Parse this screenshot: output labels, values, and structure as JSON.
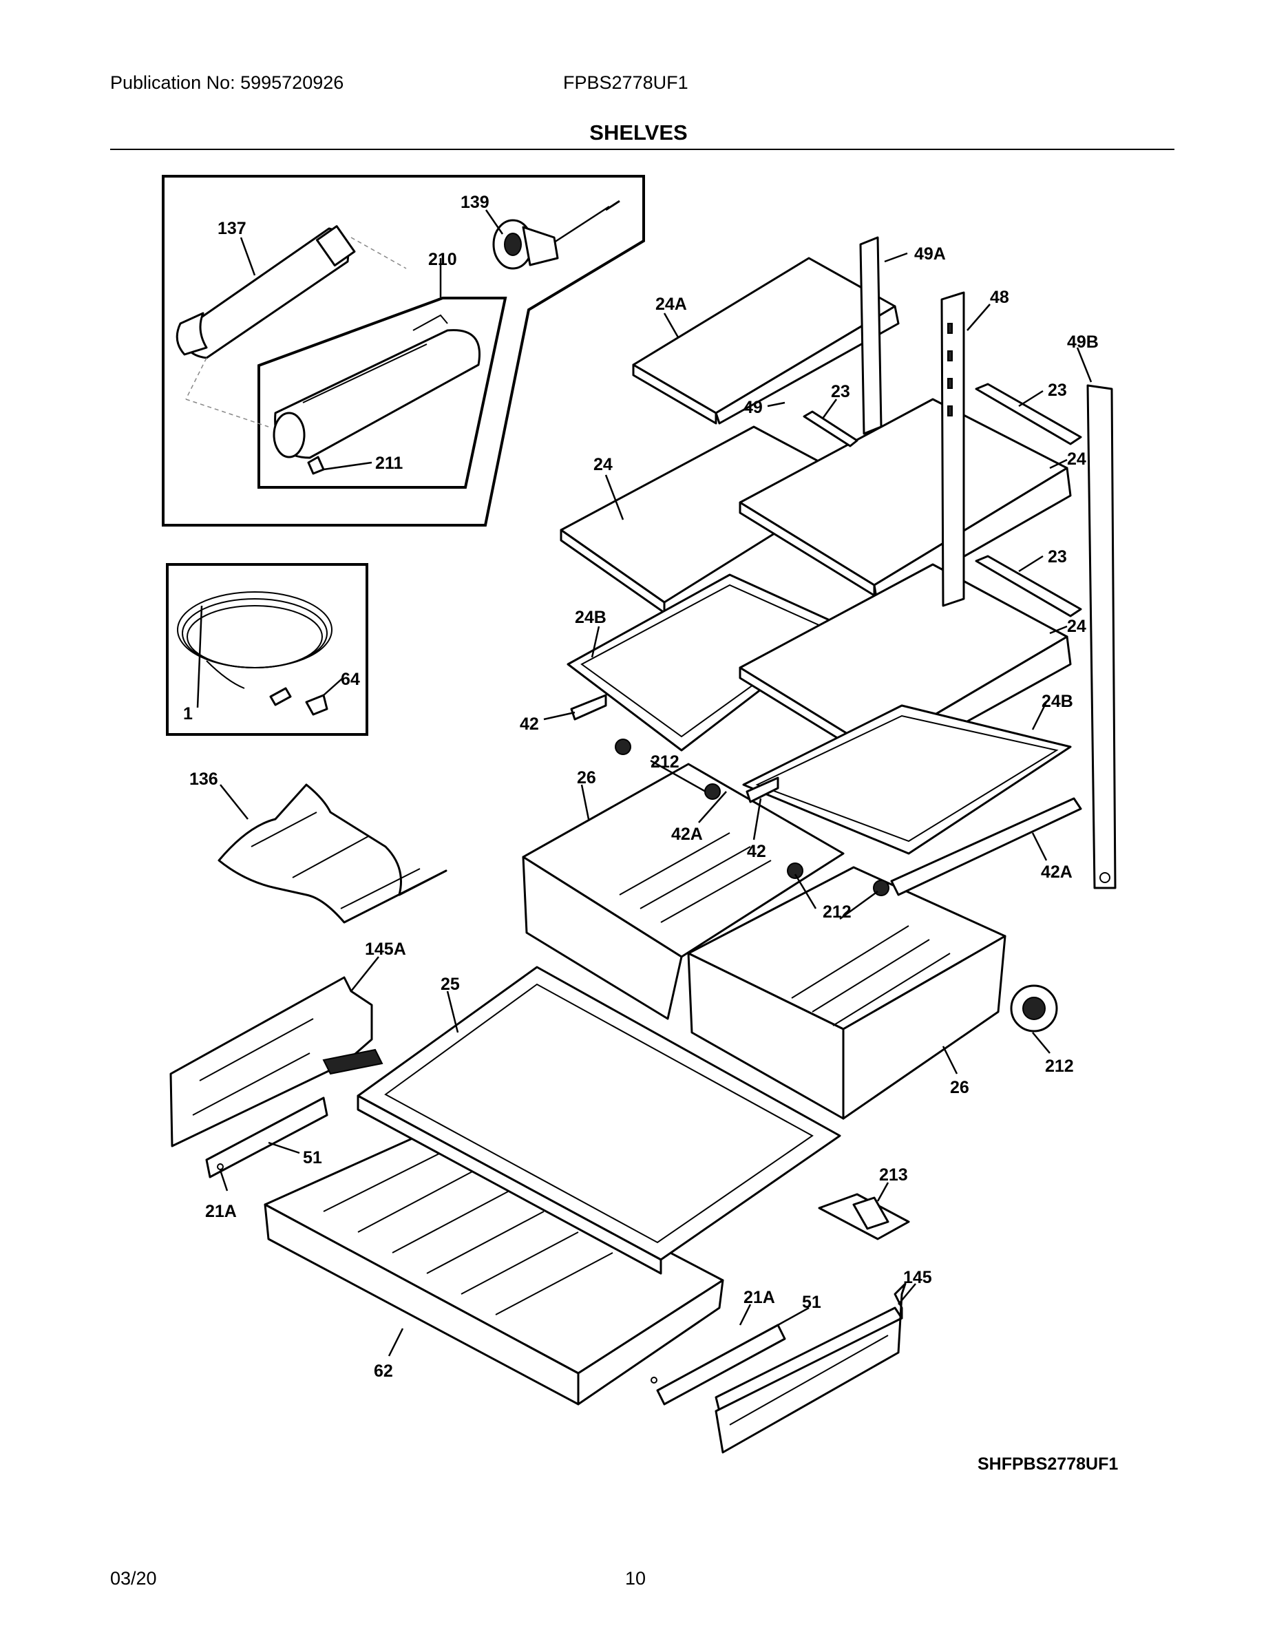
{
  "header": {
    "publication": "Publication No: 5995720926",
    "model": "FPBS2778UF1",
    "title": "SHELVES"
  },
  "footer": {
    "date": "03/20",
    "page": "10"
  },
  "diagram": {
    "code": "SHFPBS2778UF1",
    "callouts": {
      "c137": "137",
      "c139": "139",
      "c210": "210",
      "c211": "211",
      "c1": "1",
      "c64": "64",
      "c136": "136",
      "c145A": "145A",
      "c21A_left": "21A",
      "c51_left": "51",
      "c62": "62",
      "c25": "25",
      "c26_left": "26",
      "c42A_center": "42A",
      "c42_center": "42",
      "c212_upper": "212",
      "c42_left": "42",
      "c24B_left": "24B",
      "c24_left": "24",
      "c24A": "24A",
      "c49": "49",
      "c23_upper_left": "23",
      "c49A": "49A",
      "c48": "48",
      "c49B": "49B",
      "c23_right_upper": "23",
      "c24_right_upper": "24",
      "c23_right_middle": "23",
      "c24_right_lower": "24",
      "c24B_right": "24B",
      "c42A_right": "42A",
      "c212_middle": "212",
      "c212_right": "212",
      "c26_right": "26",
      "c213": "213",
      "c145": "145",
      "c21A_right": "21A",
      "c51_right": "51"
    }
  }
}
